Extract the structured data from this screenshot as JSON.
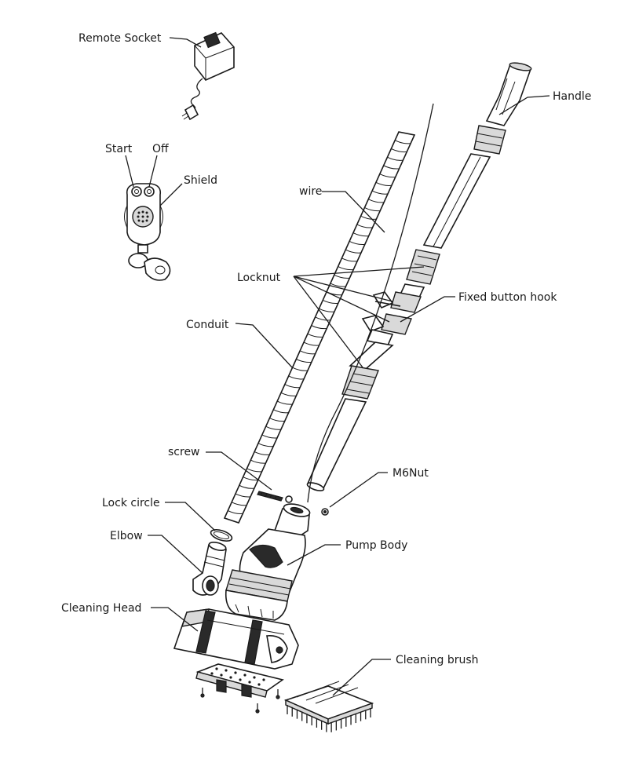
{
  "diagram": {
    "labels": {
      "remote_socket": "Remote Socket",
      "start": "Start",
      "off": "Off",
      "shield": "Shield",
      "handle": "Handle",
      "wire": "wire",
      "locknut": "Locknut",
      "fixed_button_hook": "Fixed button hook",
      "conduit": "Conduit",
      "screw": "screw",
      "m6nut": "M6Nut",
      "lock_circle": "Lock circle",
      "elbow": "Elbow",
      "pump_body": "Pump Body",
      "cleaning_head": "Cleaning Head",
      "cleaning_brush": "Cleaning brush"
    }
  }
}
